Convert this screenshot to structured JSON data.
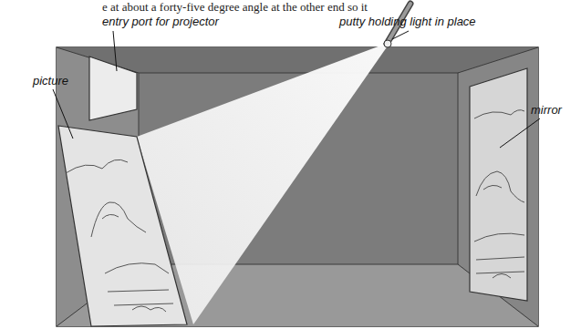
{
  "diagram": {
    "labels": [
      "e at about a forty-five degree angle at the other end so it",
      "entry port for projector",
      "putty holding light in place",
      "picture",
      "mirror"
    ]
  }
}
